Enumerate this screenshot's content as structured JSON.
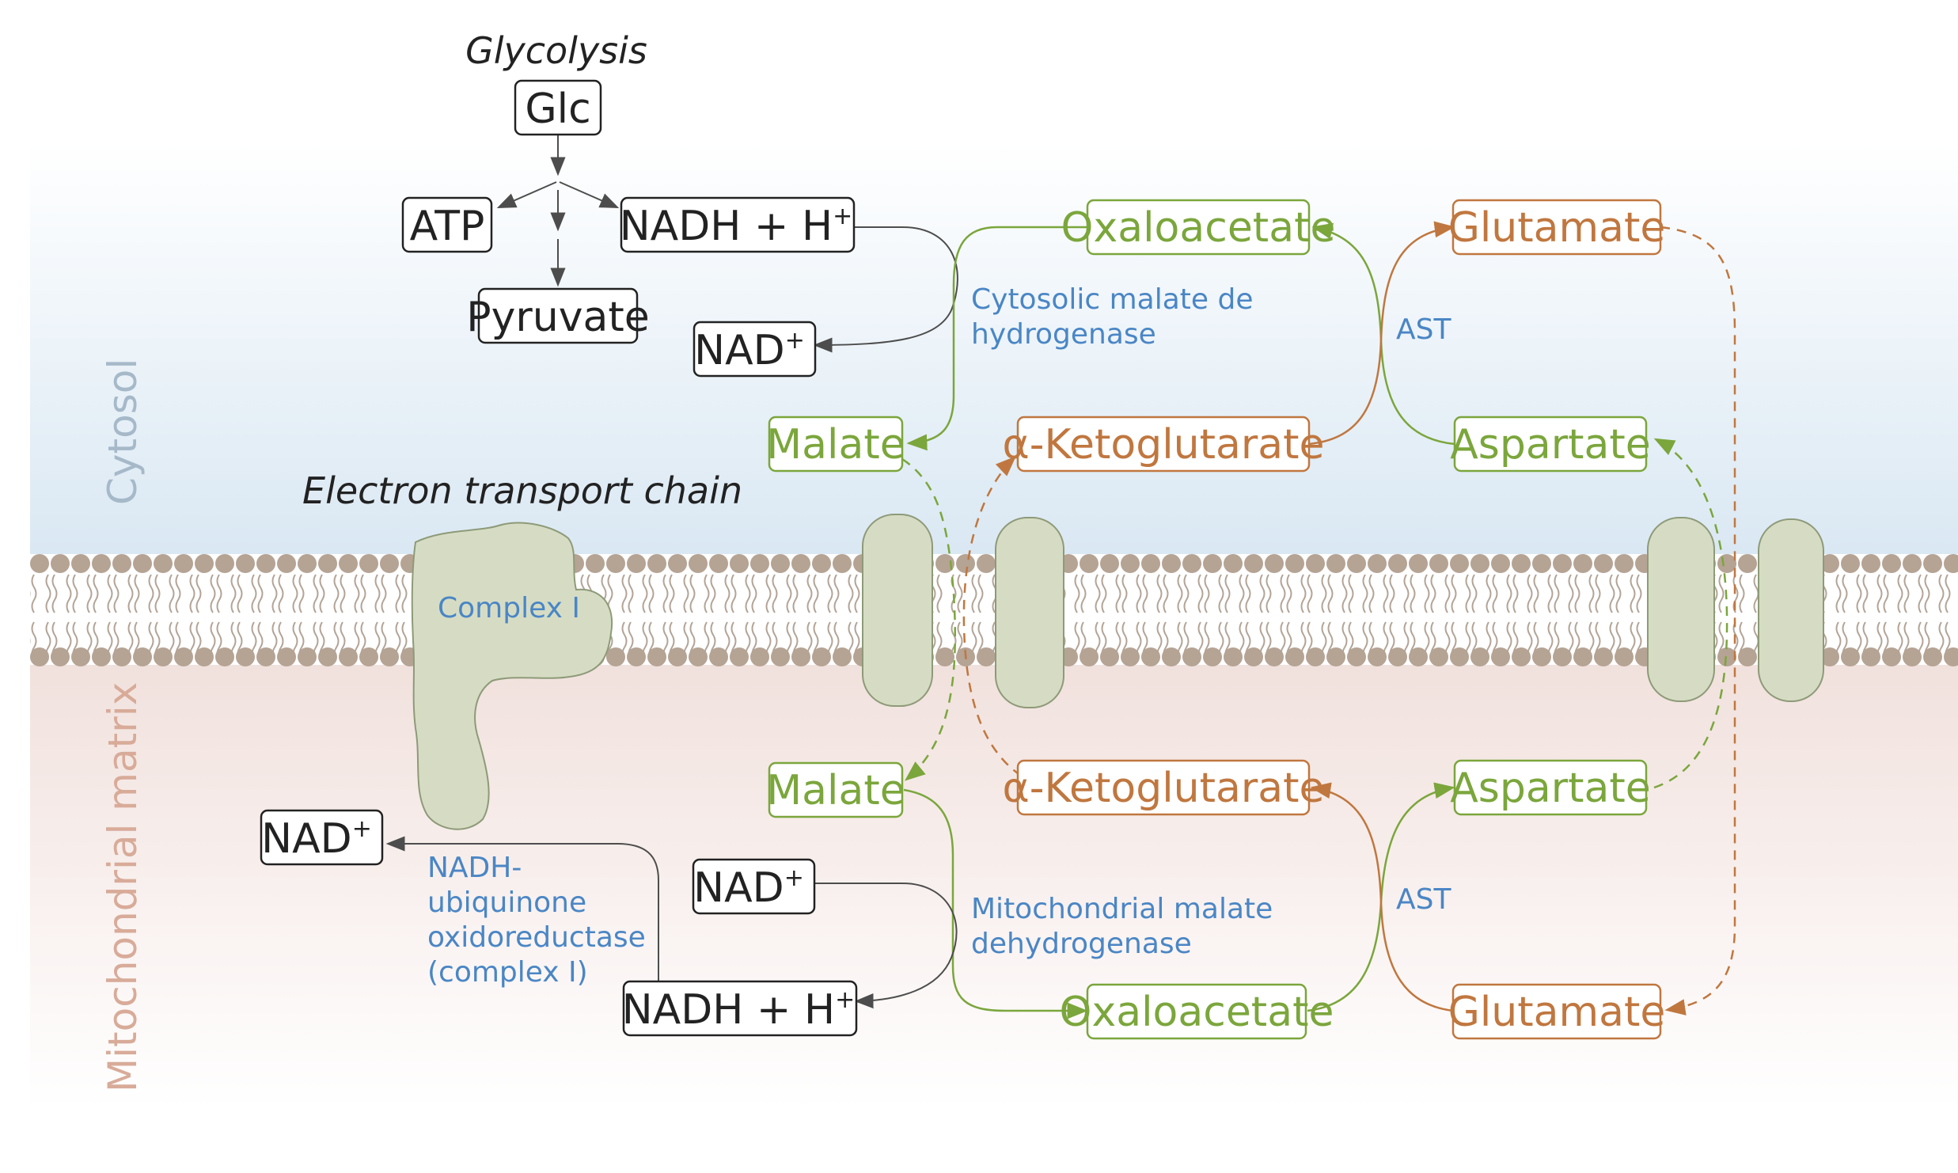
{
  "colors": {
    "green": "#7ba63c",
    "orange": "#c0773f",
    "black": "#222222",
    "blue": "#4a86c5",
    "grey_arrow": "#555555",
    "cytosol_bg": "#dce9f3",
    "matrix_bg": "#f2e4e0",
    "membrane_head": "#b5a394",
    "membrane_tail": "#ad9e92",
    "protein_fill": "#d6dcc4",
    "protein_stroke": "#8e9a78",
    "cytosol_label": "#a6b9c9",
    "matrix_label": "#d8ab99"
  },
  "regions": {
    "cytosol": "Cytosol",
    "matrix": "Mitochondrial matrix"
  },
  "headings": {
    "glycolysis": "Glycolysis",
    "etc": "Electron transport chain"
  },
  "nodes": {
    "glc": "Glc",
    "atp": "ATP",
    "pyruvate": "Pyruvate",
    "nadh_cyto": "NADH + H",
    "nad_cyto": "NAD",
    "oaa_cyto": "Oxaloacetate",
    "glu_cyto": "Glutamate",
    "malate_cyto": "Malate",
    "akg_cyto": "α-Ketoglutarate",
    "asp_cyto": "Aspartate",
    "malate_mito": "Malate",
    "akg_mito": "α-Ketoglutarate",
    "asp_mito": "Aspartate",
    "nad_matrix_left": "NAD",
    "nad_matrix": "NAD",
    "nadh_mito": "NADH + H",
    "oaa_mito": "Oxaloacetate",
    "glu_mito": "Glutamate"
  },
  "superscripts": {
    "plus": "+"
  },
  "labels": {
    "complex_i": "Complex I",
    "cyto_mdh_1": "Cytosolic malate de",
    "cyto_mdh_2": "hydrogenase",
    "ast_top": "AST",
    "ast_bottom": "AST",
    "nadh_ubi_1": "NADH-",
    "nadh_ubi_2": "ubiquinone",
    "nadh_ubi_3": "oxidoreductase",
    "nadh_ubi_4": "(complex I)",
    "mito_mdh_1": "Mitochondrial malate",
    "mito_mdh_2": "dehydrogenase"
  }
}
